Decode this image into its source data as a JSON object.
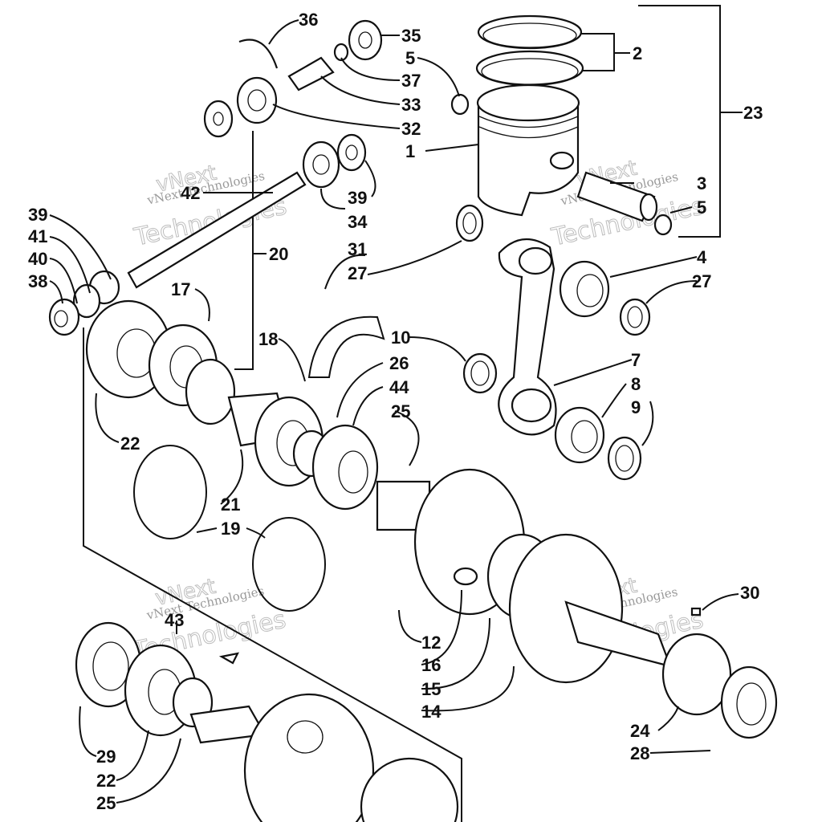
{
  "watermark": {
    "line1": "vNext",
    "line2": "Technologies",
    "caption": "vNext Technologies"
  },
  "labels": {
    "l1": "1",
    "l2": "2",
    "l3": "3",
    "l4": "4",
    "l5a": "5",
    "l5b": "5",
    "l7": "7",
    "l8": "8",
    "l9": "9",
    "l10": "10",
    "l12": "12",
    "l14": "14",
    "l15": "15",
    "l16": "16",
    "l17": "17",
    "l18": "18",
    "l19": "19",
    "l20": "20",
    "l21": "21",
    "l22a": "22",
    "l22b": "22",
    "l23": "23",
    "l24": "24",
    "l25a": "25",
    "l25b": "25",
    "l26": "26",
    "l27a": "27",
    "l27b": "27",
    "l28": "28",
    "l29": "29",
    "l30": "30",
    "l31": "31",
    "l32": "32",
    "l33": "33",
    "l34": "34",
    "l35": "35",
    "l36": "36",
    "l37": "37",
    "l38": "38",
    "l39a": "39",
    "l39b": "39",
    "l40": "40",
    "l41": "41",
    "l42": "42",
    "l43": "43",
    "l44": "44"
  }
}
